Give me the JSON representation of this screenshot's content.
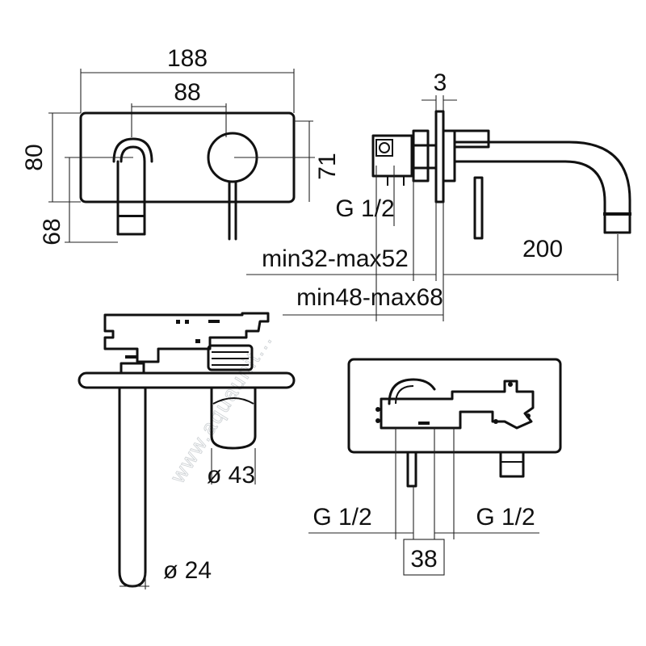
{
  "dimensions": {
    "width_188": "188",
    "width_88": "88",
    "height_80": "80",
    "height_71": "71",
    "offset_68": "68",
    "plate_3": "3",
    "thread_top": "G 1/2",
    "wall_range_1": "min32-max52",
    "wall_range_2": "min48-max68",
    "spout_200": "200",
    "dia_43": "ø 43",
    "dia_24": "ø 24",
    "thread_left": "G 1/2",
    "thread_right": "G 1/2",
    "spacing_38": "38"
  },
  "watermark": {
    "text": "www.aquaunit..."
  }
}
